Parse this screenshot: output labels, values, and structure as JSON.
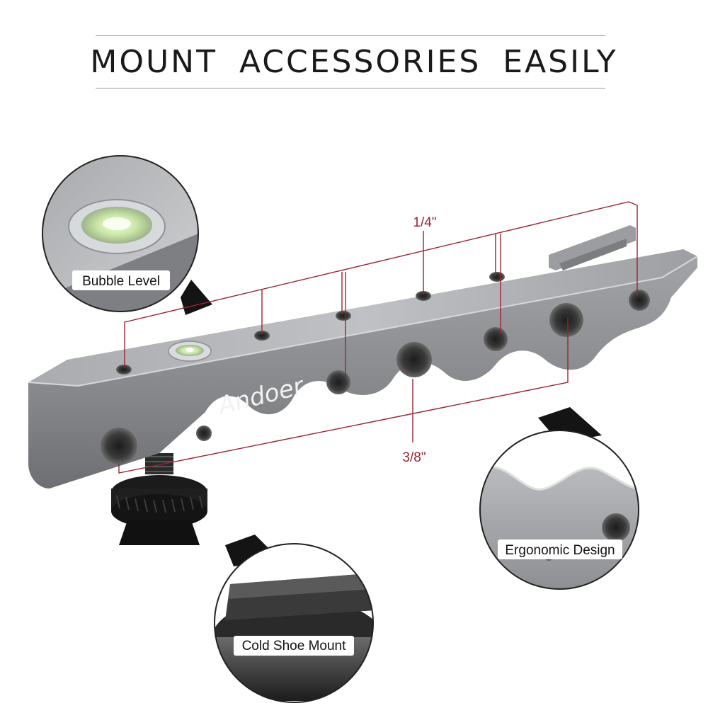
{
  "heading": "MOUNT  ACCESSORIES  EASILY",
  "brand": "Andoer",
  "measurements": {
    "quarter_inch": "1/4\"",
    "three_eighths_inch": "3/8\""
  },
  "callouts": {
    "bubble_level": "Bubble Level",
    "ergonomic_design": "Ergonomic Design",
    "cold_shoe_mount": "Cold Shoe Mount"
  },
  "colors": {
    "measure_line": "#9a2430",
    "body_metal": "#8e9094",
    "label_bg": "#ffffff"
  }
}
